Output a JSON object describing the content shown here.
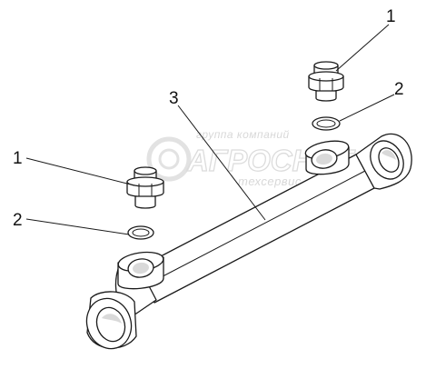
{
  "callouts": [
    {
      "id": "fitting-right",
      "label": "1"
    },
    {
      "id": "washer-right",
      "label": "2"
    },
    {
      "id": "cylinder",
      "label": "3"
    },
    {
      "id": "fitting-left",
      "label": "1"
    },
    {
      "id": "washer-left",
      "label": "2"
    }
  ],
  "watermark": {
    "line1": "группа компаний",
    "line2": "АГРОСНАБ",
    "line3": "техсервис"
  },
  "colors": {
    "line": "#1a1a1a",
    "watermark": "#dcdcdc",
    "background": "#ffffff"
  }
}
